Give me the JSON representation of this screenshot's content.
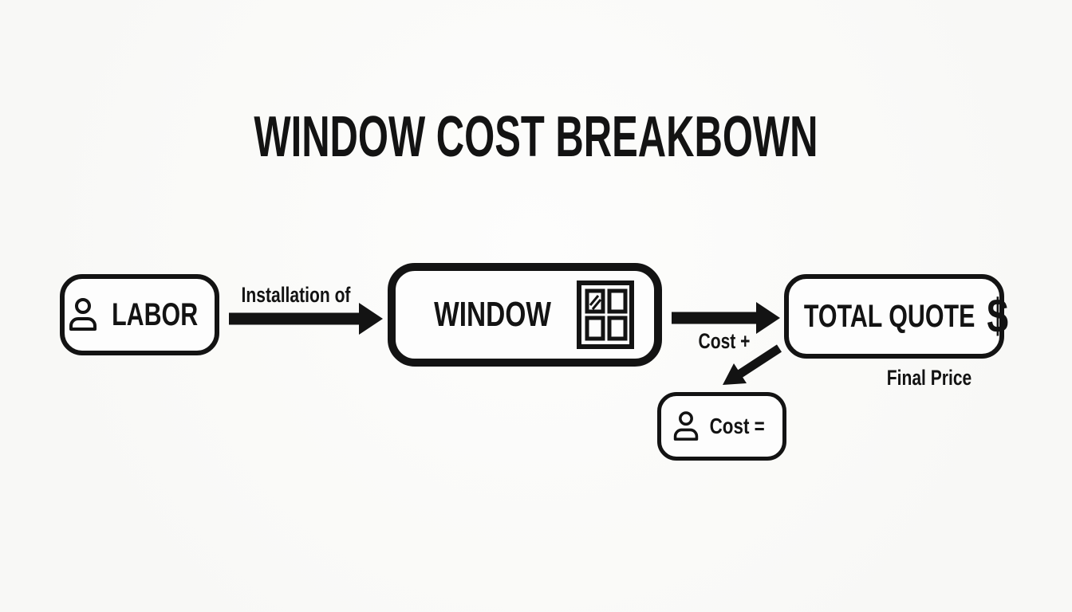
{
  "title": "WINDOW COST BREAKBOWN",
  "colors": {
    "ink": "#131313",
    "background": "#fbfbfa"
  },
  "nodes": {
    "labor": {
      "label": "LABOR",
      "icon": "person-icon"
    },
    "window": {
      "label": "WINDOW",
      "icon": "window-icon"
    },
    "total_quote": {
      "label": "TOTAL QUOTE",
      "currency_symbol": "$",
      "caption": "Final Price"
    },
    "labor_cost": {
      "label": "Cost =",
      "icon": "person-icon"
    }
  },
  "edges": {
    "labor_to_window": {
      "label": "Installation of",
      "direction": "right"
    },
    "window_to_total_quote": {
      "label": "Cost +",
      "direction": "right"
    },
    "total_quote_to_labor_cost": {
      "label": "",
      "direction": "down-left"
    }
  }
}
